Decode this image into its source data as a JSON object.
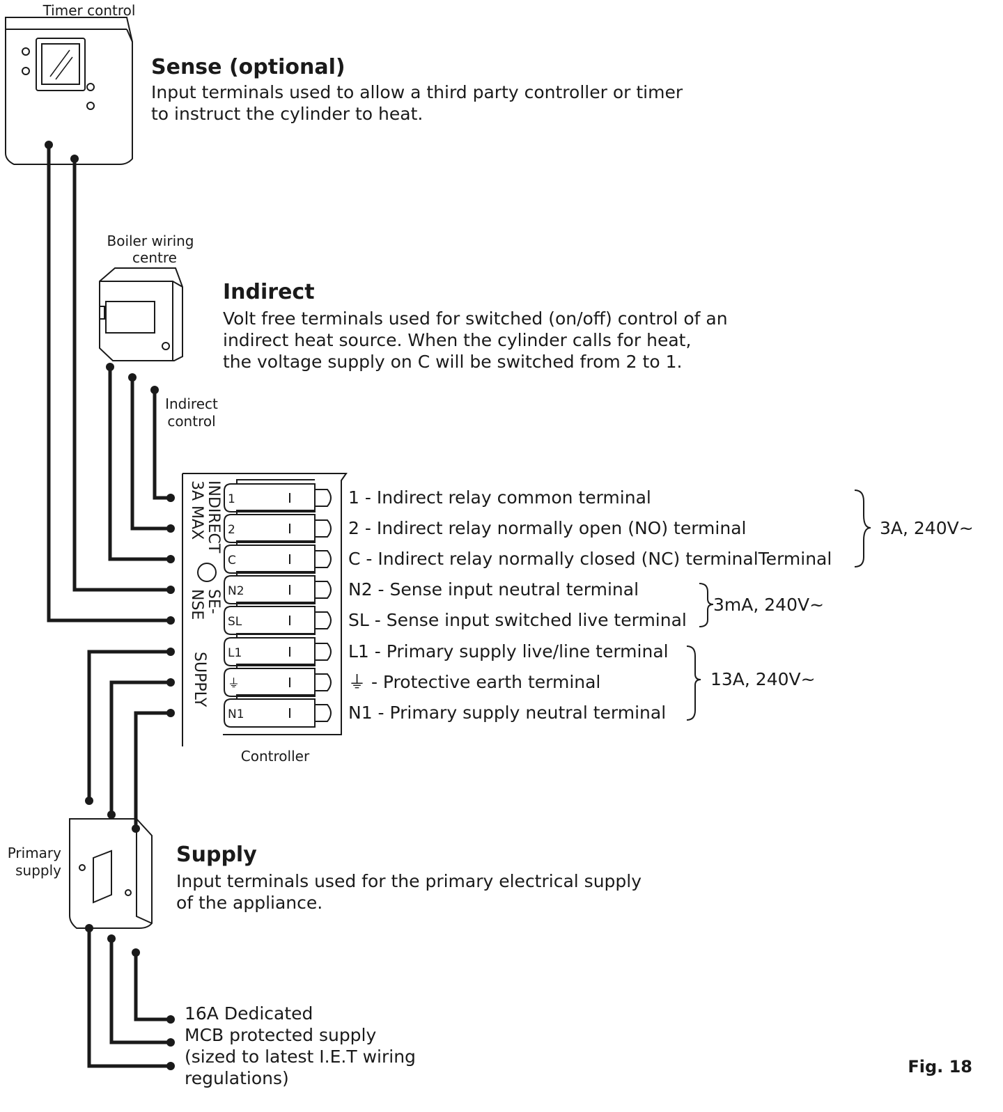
{
  "labels": {
    "timer_control": "Timer control",
    "boiler_wiring_centre": [
      "Boiler wiring",
      "centre"
    ],
    "indirect_control": [
      "Indirect",
      "control"
    ],
    "controller": "Controller",
    "primary_supply": [
      "Primary",
      "supply"
    ],
    "mcb": [
      "16A Dedicated",
      "MCB protected supply",
      "(sized to latest I.E.T wiring",
      "regulations)"
    ],
    "figure": "Fig. 18"
  },
  "sections": {
    "sense": {
      "title": "Sense (optional)",
      "body": [
        "Input terminals used to allow a third party controller or timer",
        "to instruct the cylinder to heat."
      ]
    },
    "indirect": {
      "title": "Indirect",
      "body": [
        "Volt free terminals used for switched (on/off) control of an",
        "indirect heat source. When the cylinder calls for heat,",
        "the voltage supply on C will be switched from 2 to 1."
      ]
    },
    "supply": {
      "title": "Supply",
      "body": [
        "Input terminals used for the primary electrical supply",
        "of the appliance."
      ]
    }
  },
  "controller_side_labels": {
    "indirect": [
      "INDIRECT",
      "3A MAX"
    ],
    "sense": [
      "SE-",
      "NSE"
    ],
    "supply": "SUPPLY"
  },
  "terminals": [
    {
      "tag": "1",
      "desc": "1 - Indirect relay common terminal"
    },
    {
      "tag": "2",
      "desc": "2 - Indirect relay normally open (NO) terminal"
    },
    {
      "tag": "C",
      "desc": "C - Indirect relay normally closed (NC) terminalTerminal"
    },
    {
      "tag": "N2",
      "desc": "N2 - Sense input neutral terminal"
    },
    {
      "tag": "SL",
      "desc": "SL - Sense input switched live terminal"
    },
    {
      "tag": "L1",
      "desc": "L1 - Primary supply live/line terminal"
    },
    {
      "tag": "⏚",
      "desc": "⏚  - Protective earth terminal"
    },
    {
      "tag": "N1",
      "desc": "N1 - Primary supply neutral terminal"
    }
  ],
  "ratings": {
    "indirect": "3A, 240V~",
    "sense": "3mA, 240V~",
    "supply": "13A, 240V~"
  }
}
